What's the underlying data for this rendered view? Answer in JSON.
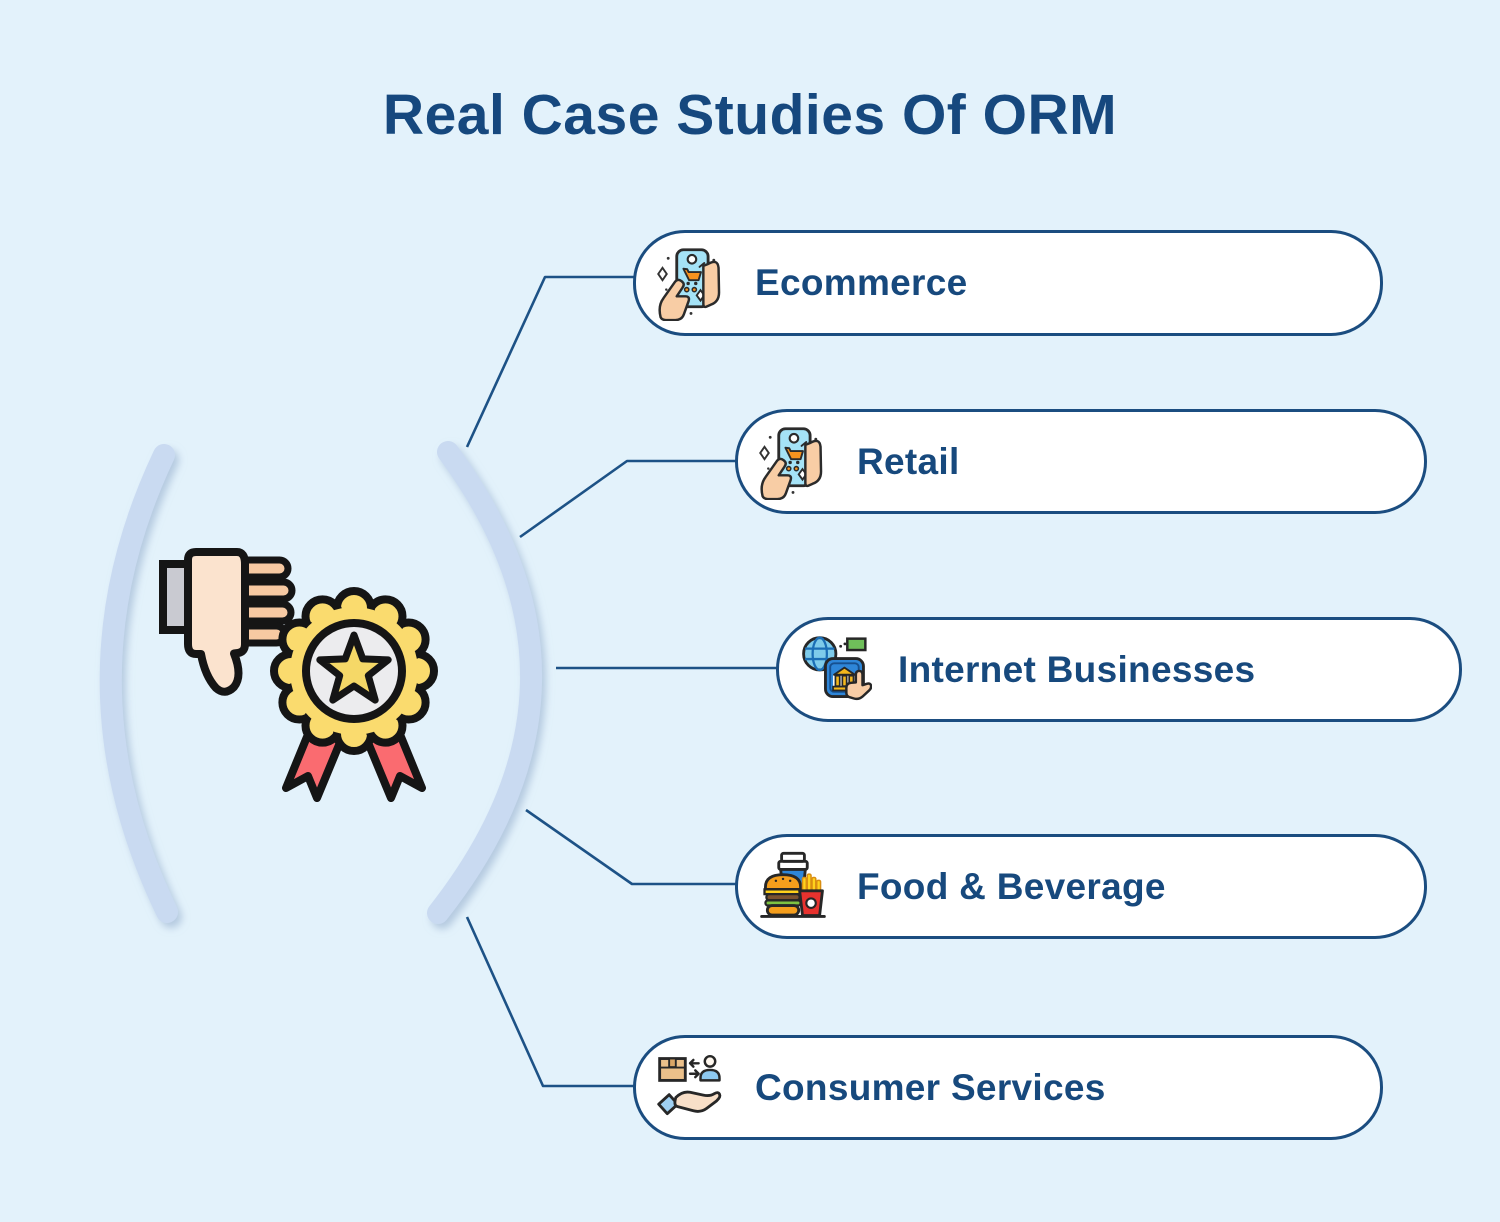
{
  "title": "Real Case Studies Of ORM",
  "center": {
    "icon": "thumbs-down-award-badge-icon"
  },
  "items": [
    {
      "label": "Ecommerce",
      "icon": "ecommerce-phone-shopping-icon"
    },
    {
      "label": "Retail",
      "icon": "retail-phone-shopping-icon"
    },
    {
      "label": "Internet Businesses",
      "icon": "internet-globe-bank-icon"
    },
    {
      "label": "Food & Beverage",
      "icon": "food-beverage-icon"
    },
    {
      "label": "Consumer Services",
      "icon": "consumer-services-hand-box-icon"
    }
  ],
  "colors": {
    "background": "#E3F2FB",
    "title_text": "#16487E",
    "label_text": "#17497D",
    "box_fill": "#FFFFFF",
    "box_border": "#1B4D80",
    "connector_line": "#1D5286",
    "parenthesis": "#C9DAF1"
  }
}
